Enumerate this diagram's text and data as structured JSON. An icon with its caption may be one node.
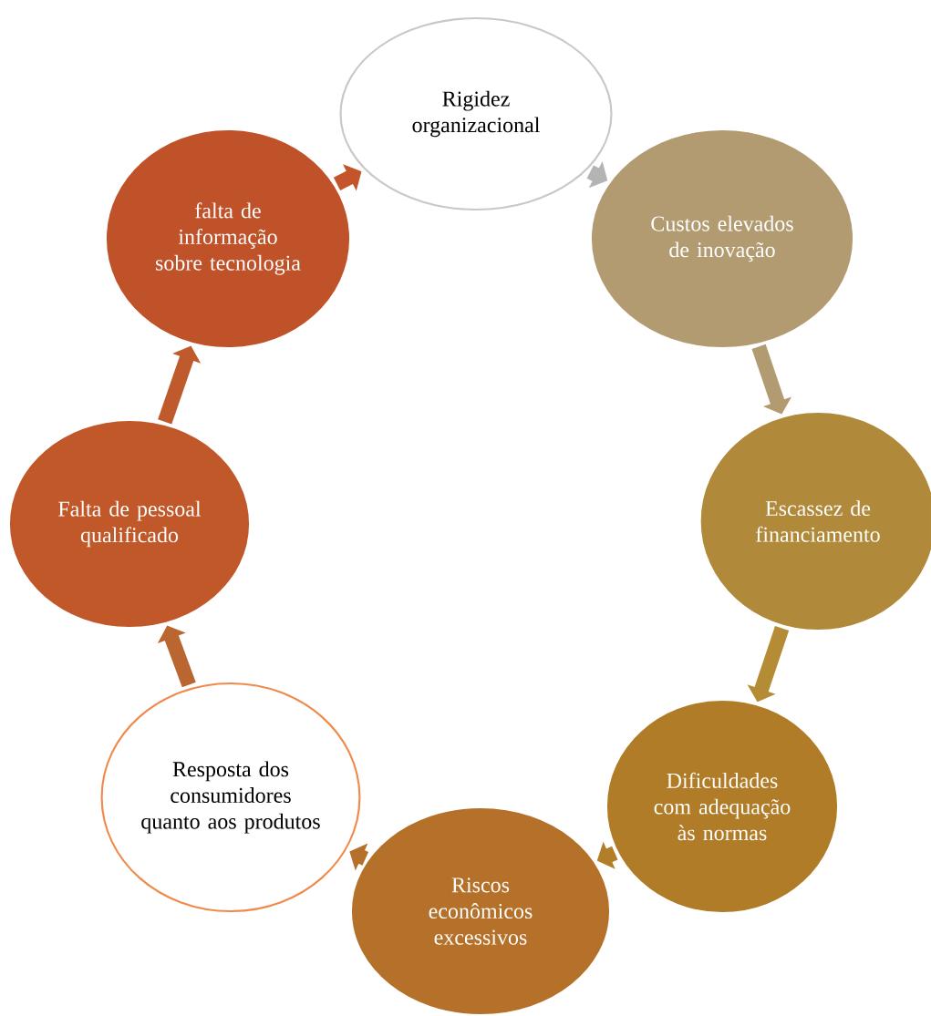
{
  "diagram": {
    "nodes": [
      {
        "text": [
          "Rigidez organizacional"
        ]
      },
      {
        "text": [
          "Custos elevados de inovação"
        ]
      },
      {
        "text": [
          "Escassez de financiamento"
        ]
      },
      {
        "text": [
          "Dificuldades com adequação às normas"
        ]
      },
      {
        "text": [
          "Riscos econômicos excessivos"
        ]
      },
      {
        "text": [
          "Resposta dos consumidores quanto aos produtos"
        ]
      },
      {
        "text": [
          "Falta de pessoal qualificado"
        ]
      },
      {
        "text": [
          "falta de informação sobre tecnologia"
        ]
      }
    ],
    "edges": [
      {
        "from": 0,
        "to": 1,
        "arrow": "to",
        "color": "#b4b4b4"
      },
      {
        "from": 1,
        "to": 2,
        "arrow": "to",
        "color": "#b39b71"
      },
      {
        "from": 2,
        "to": 3,
        "arrow": "to",
        "color": "#b48c35"
      },
      {
        "from": 3,
        "to": 4,
        "arrow": "to",
        "color": "#b37e28"
      },
      {
        "from": 4,
        "to": 5,
        "arrow": "to",
        "color": "#b5702a"
      },
      {
        "from": 5,
        "to": 6,
        "arrow": "to",
        "color": "#b96630"
      },
      {
        "from": 6,
        "to": 7,
        "arrow": "to",
        "color": "#bf5a2c"
      },
      {
        "from": 7,
        "to": 0,
        "arrow": "to",
        "color": "#c4542a"
      }
    ]
  }
}
